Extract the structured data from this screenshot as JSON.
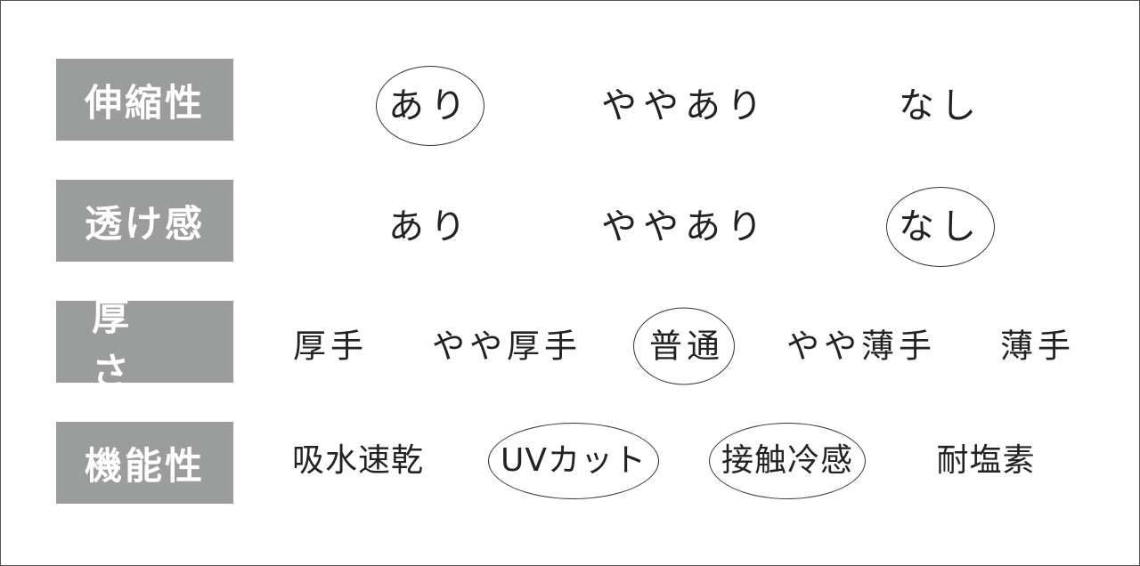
{
  "rows": [
    {
      "label": "伸縮性",
      "options": [
        {
          "text": "あり",
          "selected": true
        },
        {
          "text": "ややあり",
          "selected": false
        },
        {
          "text": "なし",
          "selected": false
        }
      ]
    },
    {
      "label": "透け感",
      "options": [
        {
          "text": "あり",
          "selected": false
        },
        {
          "text": "ややあり",
          "selected": false
        },
        {
          "text": "なし",
          "selected": true
        }
      ]
    },
    {
      "label": "厚さ",
      "options": [
        {
          "text": "厚手",
          "selected": false
        },
        {
          "text": "やや厚手",
          "selected": false
        },
        {
          "text": "普通",
          "selected": true
        },
        {
          "text": "やや薄手",
          "selected": false
        },
        {
          "text": "薄手",
          "selected": false
        }
      ]
    },
    {
      "label": "機能性",
      "options": [
        {
          "text": "吸水速乾",
          "selected": false
        },
        {
          "text": "UVカット",
          "selected": true
        },
        {
          "text": "接触冷感",
          "selected": true
        },
        {
          "text": "耐塩素",
          "selected": false
        }
      ]
    }
  ],
  "colors": {
    "label_background": "#9a9d9c",
    "label_text": "#ffffff",
    "option_text": "#222222",
    "selection_outline": "#333333"
  }
}
